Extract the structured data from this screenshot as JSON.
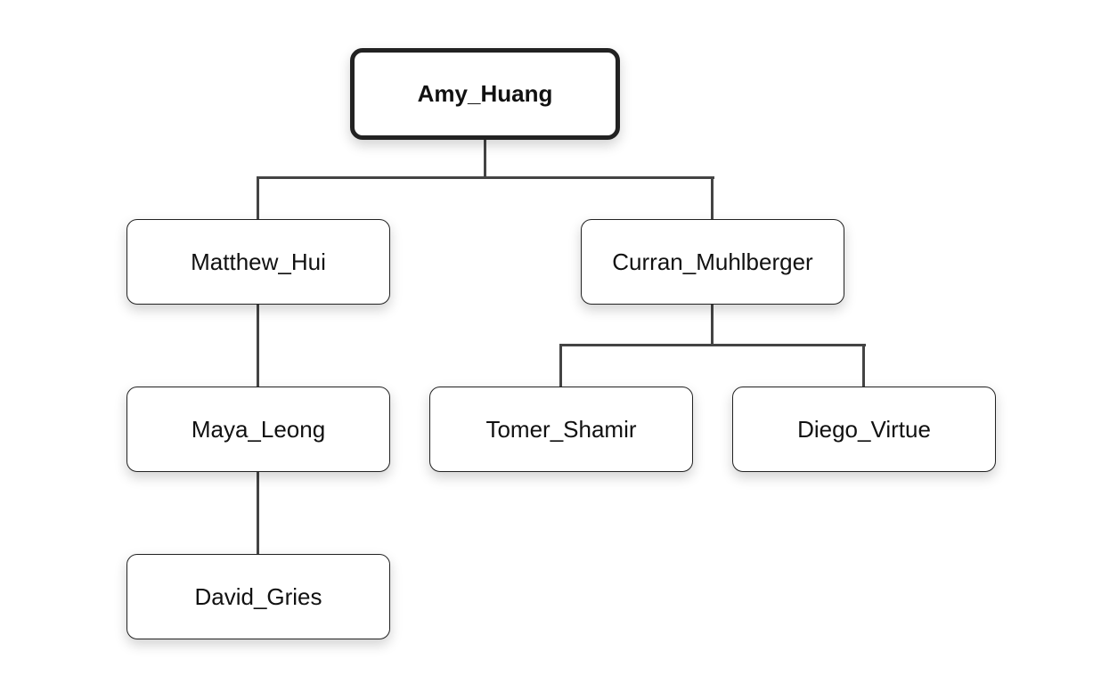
{
  "org_chart": {
    "root": {
      "name": "Amy_Huang"
    },
    "nodes": [
      {
        "name": "Matthew_Hui",
        "parent": "Amy_Huang"
      },
      {
        "name": "Curran_Muhlberger",
        "parent": "Amy_Huang"
      },
      {
        "name": "Maya_Leong",
        "parent": "Matthew_Hui"
      },
      {
        "name": "Tomer_Shamir",
        "parent": "Curran_Muhlberger"
      },
      {
        "name": "Diego_Virtue",
        "parent": "Curran_Muhlberger"
      },
      {
        "name": "David_Gries",
        "parent": "Maya_Leong"
      }
    ]
  }
}
